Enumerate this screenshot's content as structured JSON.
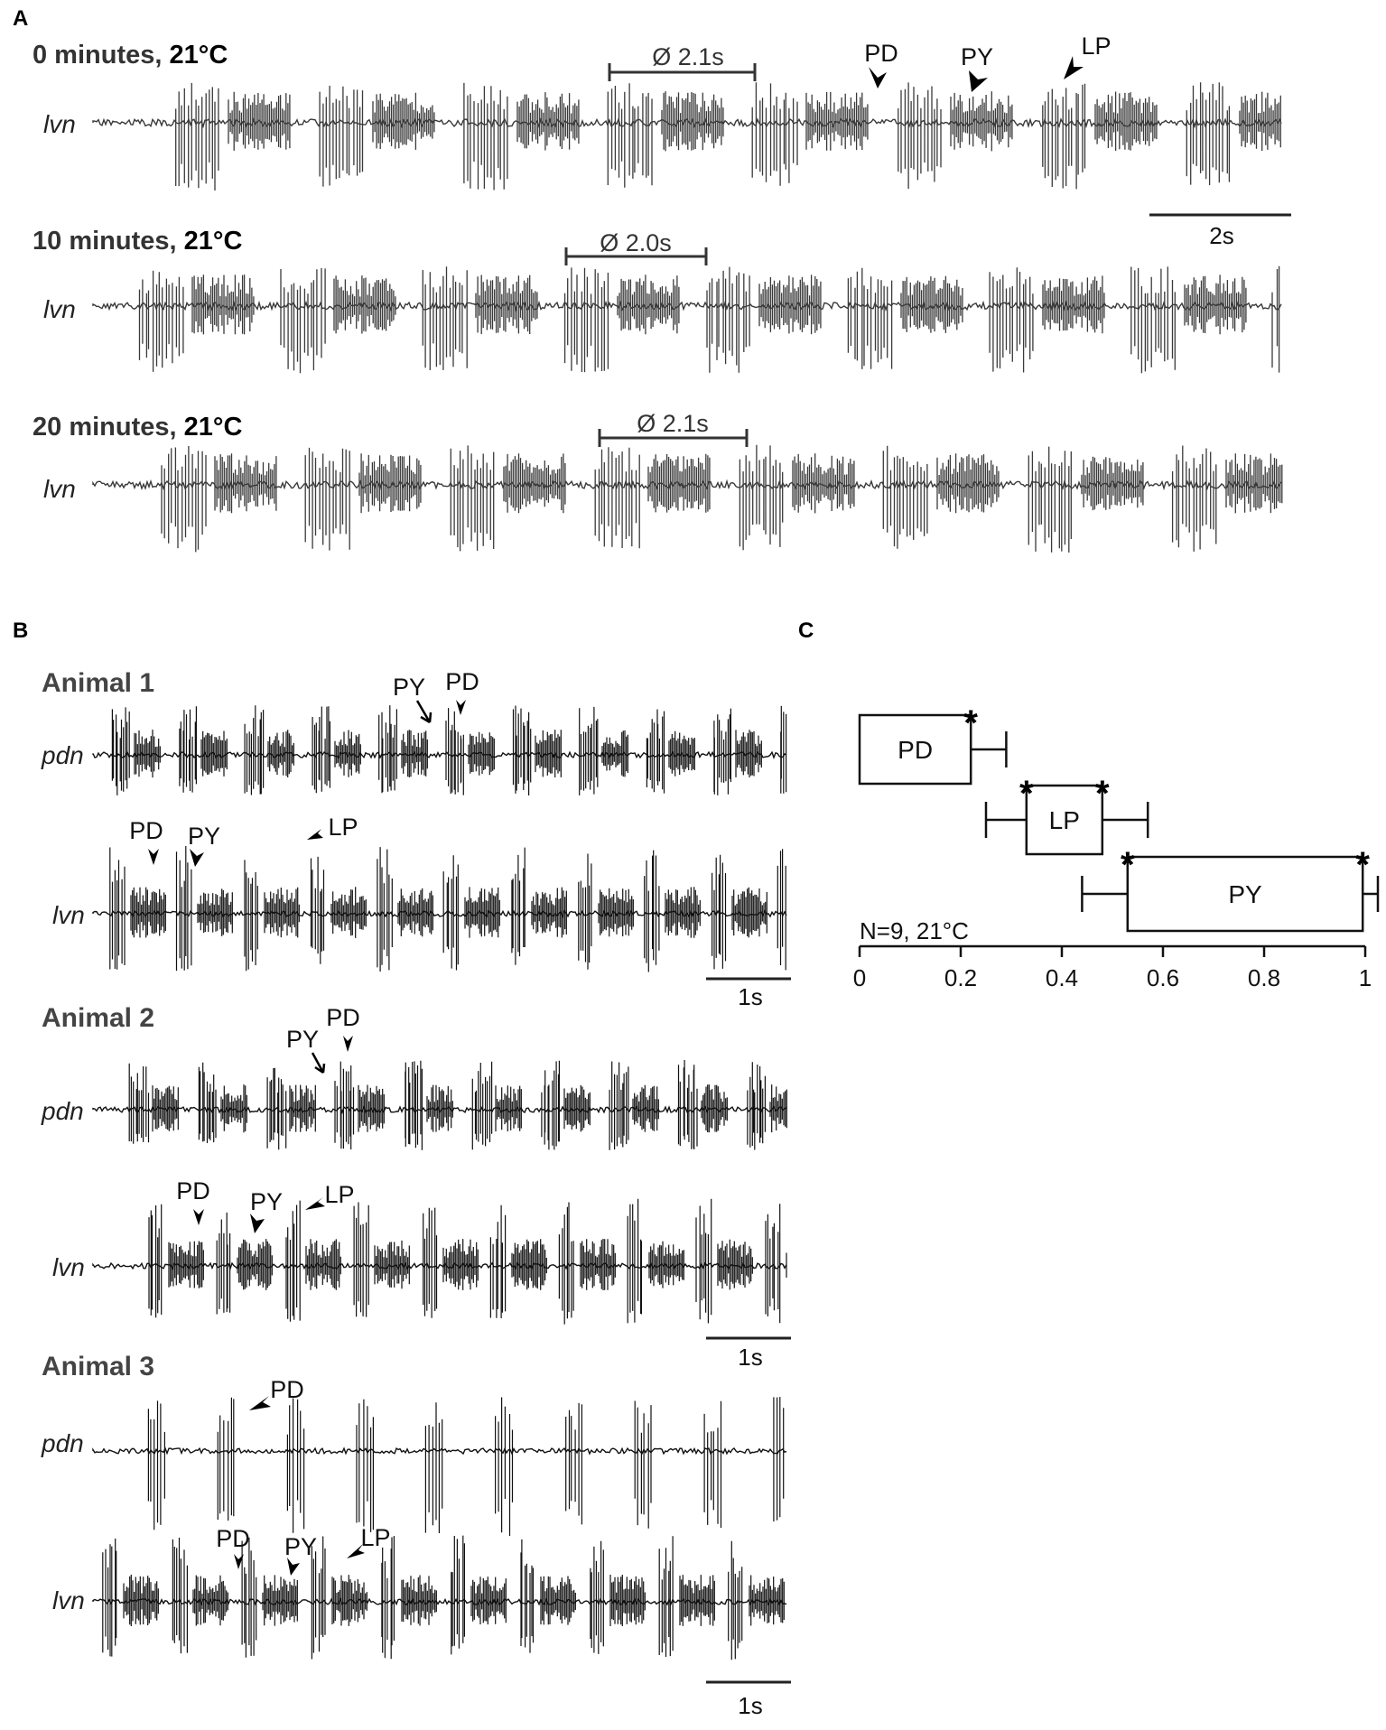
{
  "panel_a": {
    "letter": "A",
    "time_scalebar": "2s",
    "rows": [
      {
        "time": "0 minutes, ",
        "temp": "21°C",
        "nerve": "lvn",
        "cycle": "Ø 2.1s",
        "markers": [
          {
            "label": "PD"
          },
          {
            "label": "PY"
          },
          {
            "label": "LP"
          }
        ]
      },
      {
        "time": "10 minutes, ",
        "temp": "21°C",
        "nerve": "lvn",
        "cycle": "Ø 2.0s",
        "markers": []
      },
      {
        "time": "20 minutes, ",
        "temp": "21°C",
        "nerve": "lvn",
        "cycle": "Ø 2.1s",
        "markers": []
      }
    ]
  },
  "panel_b": {
    "letter": "B",
    "animals": [
      {
        "title": "Animal 1",
        "scalebar": "1s",
        "pdn": {
          "nerve": "pdn",
          "markers": [
            {
              "label": "PY"
            },
            {
              "label": "PD"
            }
          ]
        },
        "lvn": {
          "nerve": "lvn",
          "markers": [
            {
              "label": "PD"
            },
            {
              "label": "PY"
            },
            {
              "label": "LP"
            }
          ]
        }
      },
      {
        "title": "Animal 2",
        "scalebar": "1s",
        "pdn": {
          "nerve": "pdn",
          "markers": [
            {
              "label": "PY"
            },
            {
              "label": "PD"
            }
          ]
        },
        "lvn": {
          "nerve": "lvn",
          "markers": [
            {
              "label": "PD"
            },
            {
              "label": "PY"
            },
            {
              "label": "LP"
            }
          ]
        }
      },
      {
        "title": "Animal 3",
        "scalebar": "1s",
        "pdn": {
          "nerve": "pdn",
          "markers": [
            {
              "label": "PD"
            }
          ]
        },
        "lvn": {
          "nerve": "lvn",
          "markers": [
            {
              "label": "PD"
            },
            {
              "label": "PY"
            },
            {
              "label": "LP"
            }
          ]
        }
      }
    ]
  },
  "panel_c": {
    "letter": "C",
    "note": "N=9, 21°C",
    "star": "*",
    "axis_ticks": [
      "0",
      "0.2",
      "0.4",
      "0.6",
      "0.8",
      "1"
    ]
  },
  "chart_data": [
    {
      "type": "other",
      "description_kind": "extracellular nerve recordings (lvn) at 0, 10, 20 minutes",
      "panel": "A",
      "cycle_periods_s": [
        2.1,
        2.0,
        2.1
      ],
      "scalebar_s": 2
    },
    {
      "type": "other",
      "panel": "B",
      "animals": [
        "Animal 1",
        "Animal 2",
        "Animal 3"
      ],
      "scalebar_s": 1
    },
    {
      "type": "bar",
      "panel": "C",
      "orientation": "horizontal",
      "xlim": [
        0,
        1
      ],
      "xticks": [
        0,
        0.2,
        0.4,
        0.6,
        0.8,
        1
      ],
      "series": [
        {
          "name": "PD",
          "on_start": 0.0,
          "off_mean": 0.22,
          "off_err": 0.07,
          "significant": [
            "off"
          ]
        },
        {
          "name": "LP",
          "on_mean": 0.33,
          "on_err": 0.08,
          "off_mean": 0.48,
          "off_err": 0.09,
          "significant": [
            "on",
            "off"
          ]
        },
        {
          "name": "PY",
          "on_mean": 0.53,
          "on_err": 0.09,
          "off_mean": 0.995,
          "off_err": 0.03,
          "significant": [
            "on",
            "off"
          ]
        }
      ]
    }
  ]
}
